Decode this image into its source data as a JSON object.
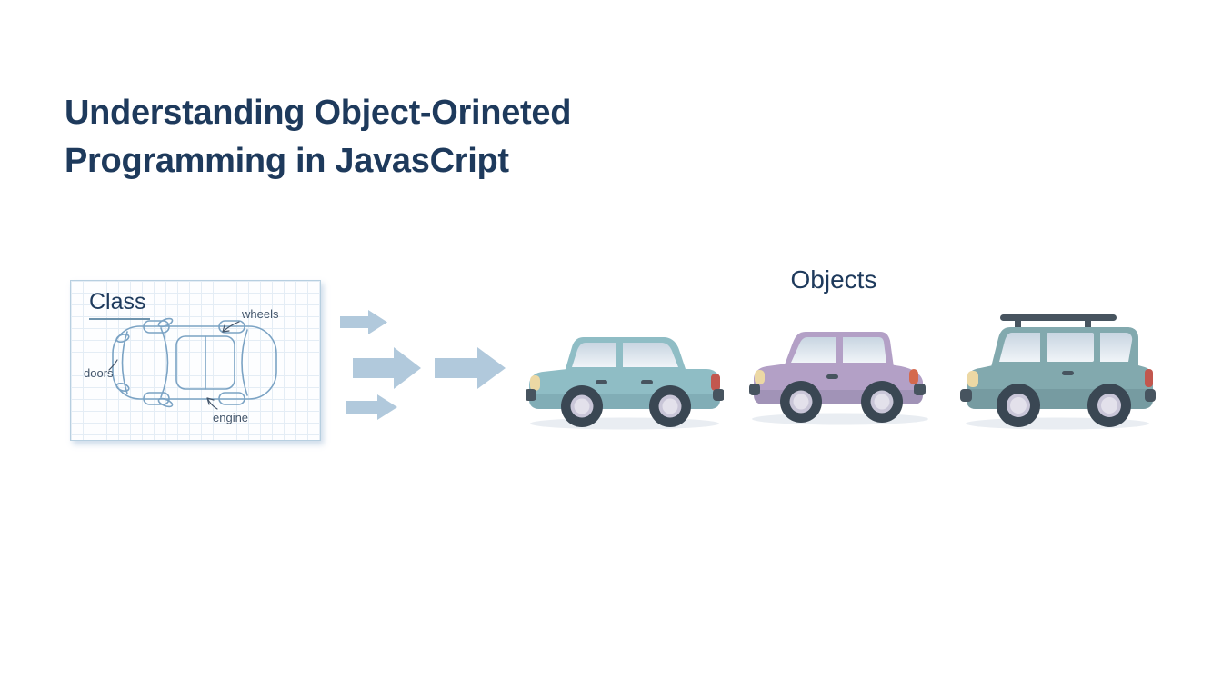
{
  "slide": {
    "title_line1": "Understanding Object-Orineted",
    "title_line2": "Programming in JavasCript"
  },
  "class_box": {
    "label": "Class",
    "annotations": {
      "wheels": "wheels",
      "doors": "doors",
      "engine": "engine"
    }
  },
  "objects_section": {
    "label": "Objects",
    "cars": [
      {
        "name": "teal-sedan"
      },
      {
        "name": "purple-hatchback"
      },
      {
        "name": "teal-suv-roof-rack"
      }
    ]
  },
  "palette": {
    "navy": "#1e3a5c",
    "label_ink": "#44566b",
    "arrow": "#b1c9dc",
    "sketch": "#7ba3c4",
    "box_border": "#b7cfe0",
    "grid": "#e4edf5",
    "dark": "#47545f",
    "tire": "#3a4753",
    "hub": "#c9c6d8",
    "hub_inner": "#e3e1eb",
    "headlight": "#ecd8a4",
    "tail_red": "#c2574e",
    "tail_orange": "#d4694e",
    "car1_body": "#8fbdc5",
    "car2_body": "#b3a0c6",
    "car3_body": "#82a9ae",
    "shadow": "#e9edf2"
  }
}
